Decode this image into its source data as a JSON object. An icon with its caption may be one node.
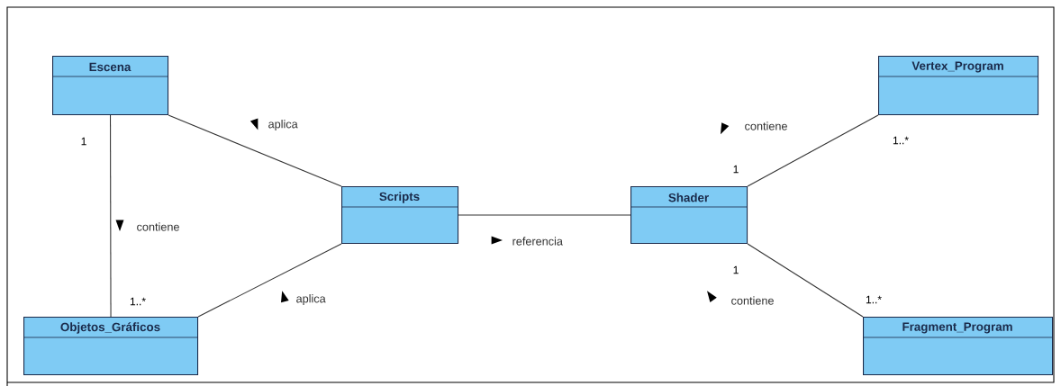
{
  "diagram": {
    "nodes": [
      {
        "text": [
          "Escena"
        ]
      },
      {
        "text": [
          "Objetos_Gráficos"
        ]
      },
      {
        "text": [
          "Scripts"
        ]
      },
      {
        "text": [
          "Shader"
        ]
      },
      {
        "text": [
          "Vertex_Program"
        ]
      },
      {
        "text": [
          "Fragment_Program"
        ]
      }
    ],
    "edges": [
      {
        "from": 0,
        "to": 2,
        "arrow": "none",
        "label": "aplica"
      },
      {
        "from": 0,
        "to": 1,
        "arrow": "none",
        "label": "contiene"
      },
      {
        "from": 1,
        "to": 2,
        "arrow": "none",
        "label": "aplica"
      },
      {
        "from": 2,
        "to": 3,
        "arrow": "none",
        "label": "referencia"
      },
      {
        "from": 3,
        "to": 4,
        "arrow": "none",
        "label": "contiene"
      },
      {
        "from": 3,
        "to": 5,
        "arrow": "none",
        "label": "contiene"
      }
    ],
    "labels": [
      "1..*",
      "1",
      "1",
      "1",
      "1..*",
      "1..*"
    ]
  }
}
